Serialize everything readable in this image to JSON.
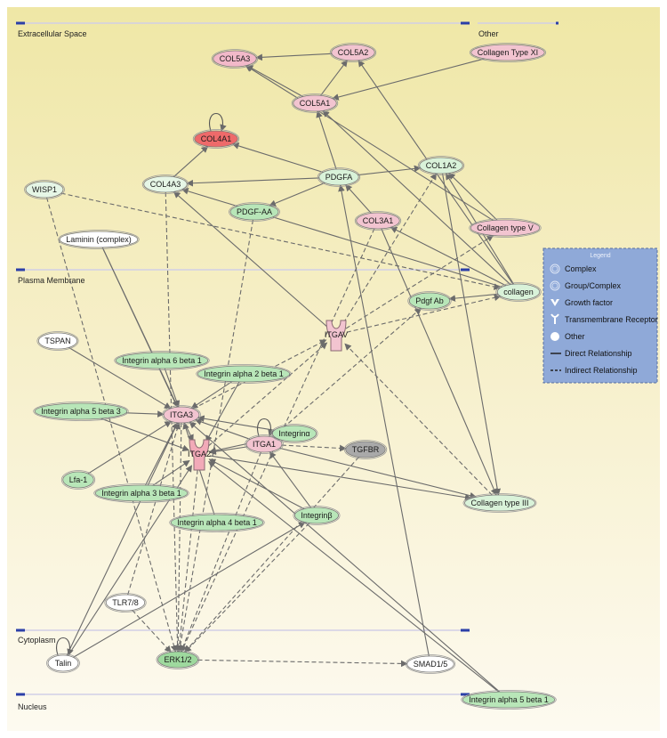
{
  "regions": {
    "extracellular": "Extracellular Space",
    "other": "Other",
    "plasma_membrane": "Plasma Membrane",
    "cytoplasm": "Cytoplasm",
    "nucleus": "Nucleus"
  },
  "legend": {
    "title": "Legend",
    "items": [
      "Complex",
      "Group/Complex",
      "Growth factor",
      "Transmembrane Receptor",
      "Other",
      "Direct Relationship",
      "Indirect Relationship"
    ]
  },
  "nodes": [
    {
      "id": "COL5A3",
      "label": "COL5A3",
      "color": "#f2b9c9"
    },
    {
      "id": "COL5A2",
      "label": "COL5A2",
      "color": "#f2c4d0"
    },
    {
      "id": "CollagenXI",
      "label": "Collagen Type XI",
      "color": "#f2c4d0"
    },
    {
      "id": "COL5A1",
      "label": "COL5A1",
      "color": "#f2c4d0"
    },
    {
      "id": "COL4A1",
      "label": "COL4A1",
      "color": "#ee6a6a"
    },
    {
      "id": "PDGFA",
      "label": "PDGFA",
      "color": "#d9f2d9"
    },
    {
      "id": "COL1A2",
      "label": "COL1A2",
      "color": "#d9f2d9"
    },
    {
      "id": "WISP1",
      "label": "WISP1",
      "color": "#e6f6e6"
    },
    {
      "id": "COL4A3",
      "label": "COL4A3",
      "color": "#e6f6e6"
    },
    {
      "id": "PDGFAA",
      "label": "PDGF-AA",
      "color": "#b8e6b8"
    },
    {
      "id": "COL3A1",
      "label": "COL3A1",
      "color": "#f2c4d0"
    },
    {
      "id": "CollagenV",
      "label": "Collagen type V",
      "color": "#f2c4d0"
    },
    {
      "id": "Laminin",
      "label": "Laminin (complex)",
      "color": "#ffffff"
    },
    {
      "id": "collagen",
      "label": "collagen",
      "color": "#d9f2d9"
    },
    {
      "id": "PdgfAb",
      "label": "Pdgf Ab",
      "color": "#b8e6b8"
    },
    {
      "id": "TSPAN",
      "label": "TSPAN",
      "color": "#ffffff"
    },
    {
      "id": "ITGAV",
      "label": "ITGAV",
      "color": "#f2c4d0"
    },
    {
      "id": "Ia6b1",
      "label": "Integrin alpha 6 beta 1",
      "color": "#b8e6b8"
    },
    {
      "id": "Ia2b1",
      "label": "Integrin alpha 2 beta 1",
      "color": "#b8e6b8"
    },
    {
      "id": "Ia5b3",
      "label": "Integrin alpha 5 beta 3",
      "color": "#b8e6b8"
    },
    {
      "id": "ITGA3",
      "label": "ITGA3",
      "color": "#f2c4d0"
    },
    {
      "id": "ITGA1",
      "label": "ITGA1",
      "color": "#f2c4d0"
    },
    {
      "id": "Integrina",
      "label": "Integrinα",
      "color": "#b8e6b8"
    },
    {
      "id": "ITGA2",
      "label": "ITGA2",
      "color": "#f2aab8"
    },
    {
      "id": "TGFBR",
      "label": "TGFBR",
      "color": "#a9a9a9"
    },
    {
      "id": "Lfa1",
      "label": "Lfa-1",
      "color": "#b8e6b8"
    },
    {
      "id": "Ia3b1",
      "label": "Integrin alpha 3 beta 1",
      "color": "#b8e6b8"
    },
    {
      "id": "CollagenIII",
      "label": "Collagen type III",
      "color": "#d9f2d9"
    },
    {
      "id": "Integrinb",
      "label": "Integrinβ",
      "color": "#b8e6b8"
    },
    {
      "id": "Ia4b1",
      "label": "Integrin alpha 4 beta 1",
      "color": "#b8e6b8"
    },
    {
      "id": "TLR78",
      "label": "TLR7/8",
      "color": "#ffffff"
    },
    {
      "id": "Talin",
      "label": "Talin",
      "color": "#ffffff"
    },
    {
      "id": "ERK12",
      "label": "ERK1/2",
      "color": "#9ed99e"
    },
    {
      "id": "SMAD15",
      "label": "SMAD1/5",
      "color": "#ffffff"
    },
    {
      "id": "Ia5b1",
      "label": "Integrin alpha 5 beta 1",
      "color": "#b8e6b8"
    }
  ],
  "edges": [
    {
      "from": "COL5A2",
      "to": "COL5A3",
      "style": "direct"
    },
    {
      "from": "COL5A1",
      "to": "COL5A2",
      "style": "direct"
    },
    {
      "from": "CollagenXI",
      "to": "COL5A1",
      "style": "direct"
    },
    {
      "from": "COL5A1",
      "to": "COL5A3",
      "style": "direct"
    },
    {
      "from": "PDGFA",
      "to": "COL4A1",
      "style": "direct"
    },
    {
      "from": "COL4A3",
      "to": "COL4A1",
      "style": "direct"
    },
    {
      "from": "PDGFA",
      "to": "COL4A3",
      "style": "direct"
    },
    {
      "from": "PDGFA",
      "to": "PDGFAA",
      "style": "direct"
    },
    {
      "from": "PDGFA",
      "to": "COL1A2",
      "style": "direct"
    },
    {
      "from": "PDGFA",
      "to": "COL5A1",
      "style": "direct"
    },
    {
      "from": "COL3A1",
      "to": "PDGFA",
      "style": "direct"
    },
    {
      "from": "CollagenV",
      "to": "COL5A3",
      "style": "direct"
    },
    {
      "from": "CollagenV",
      "to": "COL1A2",
      "style": "direct"
    },
    {
      "from": "collagen",
      "to": "COL5A2",
      "style": "direct"
    },
    {
      "from": "collagen",
      "to": "COL5A1",
      "style": "direct"
    },
    {
      "from": "collagen",
      "to": "COL4A3",
      "style": "direct"
    },
    {
      "from": "collagen",
      "to": "COL3A1",
      "style": "direct"
    },
    {
      "from": "collagen",
      "to": "COL1A2",
      "style": "direct"
    },
    {
      "from": "collagen",
      "to": "PdgfAb",
      "style": "direct"
    },
    {
      "from": "WISP1",
      "to": "collagen",
      "style": "indirect"
    },
    {
      "from": "ITGAV",
      "to": "COL4A3",
      "style": "direct"
    },
    {
      "from": "ITGAV",
      "to": "COL1A2",
      "style": "indirect"
    },
    {
      "from": "ITGAV",
      "to": "collagen",
      "style": "indirect"
    },
    {
      "from": "ITGAV",
      "to": "CollagenV",
      "style": "indirect"
    },
    {
      "from": "PDGFAA",
      "to": "ERK12",
      "style": "indirect"
    },
    {
      "from": "COL3A1",
      "to": "ERK12",
      "style": "indirect"
    },
    {
      "from": "COL3A1",
      "to": "CollagenIII",
      "style": "direct"
    },
    {
      "from": "COL1A2",
      "to": "CollagenIII",
      "style": "direct"
    },
    {
      "from": "CollagenIII",
      "to": "ITGAV",
      "style": "indirect"
    },
    {
      "from": "Laminin",
      "to": "ITGA3",
      "style": "direct"
    },
    {
      "from": "Laminin",
      "to": "ITGA2",
      "style": "direct"
    },
    {
      "from": "TSPAN",
      "to": "ITGA3",
      "style": "direct"
    },
    {
      "from": "WISP1",
      "to": "ERK12",
      "style": "indirect"
    },
    {
      "from": "Ia6b1",
      "to": "ITGA3",
      "style": "direct"
    },
    {
      "from": "Ia2b1",
      "to": "ITGA2",
      "style": "direct"
    },
    {
      "from": "Ia5b3",
      "to": "ITGA3",
      "style": "direct"
    },
    {
      "from": "Ia5b3",
      "to": "ITGA2",
      "style": "direct"
    },
    {
      "from": "Lfa1",
      "to": "ITGA3",
      "style": "direct"
    },
    {
      "from": "Ia3b1",
      "to": "ITGA3",
      "style": "direct"
    },
    {
      "from": "Ia3b1",
      "to": "ITGA2",
      "style": "direct"
    },
    {
      "from": "Ia4b1",
      "to": "ITGA3",
      "style": "direct"
    },
    {
      "from": "Integrina",
      "to": "ITGA3",
      "style": "direct"
    },
    {
      "from": "Integrina",
      "to": "ITGA2",
      "style": "direct"
    },
    {
      "from": "ITGA1",
      "to": "ITGA3",
      "style": "direct"
    },
    {
      "from": "ITGA1",
      "to": "ITGA2",
      "style": "direct"
    },
    {
      "from": "ITGA1",
      "to": "TGFBR",
      "style": "indirect"
    },
    {
      "from": "ITGA1",
      "to": "CollagenIII",
      "style": "direct"
    },
    {
      "from": "ITGA2",
      "to": "CollagenIII",
      "style": "direct"
    },
    {
      "from": "ITGA3",
      "to": "ITGAV",
      "style": "indirect"
    },
    {
      "from": "ITGA2",
      "to": "ITGAV",
      "style": "indirect"
    },
    {
      "from": "ITGA1",
      "to": "PdgfAb",
      "style": "indirect"
    },
    {
      "from": "ITGA2",
      "to": "ERK12",
      "style": "indirect"
    },
    {
      "from": "ITGA3",
      "to": "ERK12",
      "style": "indirect"
    },
    {
      "from": "ITGA1",
      "to": "ERK12",
      "style": "indirect"
    },
    {
      "from": "Integrinb",
      "to": "ITGA1",
      "style": "direct"
    },
    {
      "from": "Integrinb",
      "to": "ITGA2",
      "style": "direct"
    },
    {
      "from": "Integrinb",
      "to": "ERK12",
      "style": "indirect"
    },
    {
      "from": "TLR78",
      "to": "ERK12",
      "style": "indirect"
    },
    {
      "from": "TLR78",
      "to": "ITGA3",
      "style": "indirect"
    },
    {
      "from": "Talin",
      "to": "ITGA3",
      "style": "direct"
    },
    {
      "from": "Talin",
      "to": "ITGA2",
      "style": "direct"
    },
    {
      "from": "Talin",
      "to": "Integrinb",
      "style": "direct"
    },
    {
      "from": "ERK12",
      "to": "SMAD15",
      "style": "indirect"
    },
    {
      "from": "TGFBR",
      "to": "ERK12",
      "style": "indirect"
    },
    {
      "from": "SMAD15",
      "to": "PDGFA",
      "style": "direct"
    },
    {
      "from": "Ia5b1",
      "to": "ITGA2",
      "style": "direct"
    },
    {
      "from": "Ia5b1",
      "to": "ITGA3",
      "style": "direct"
    },
    {
      "from": "COL4A3",
      "to": "ERK12",
      "style": "indirect"
    },
    {
      "from": "Ia2b1",
      "to": "ITGA3",
      "style": "direct"
    }
  ],
  "self_loops": [
    "COL4A1",
    "ITGA1",
    "Talin"
  ]
}
